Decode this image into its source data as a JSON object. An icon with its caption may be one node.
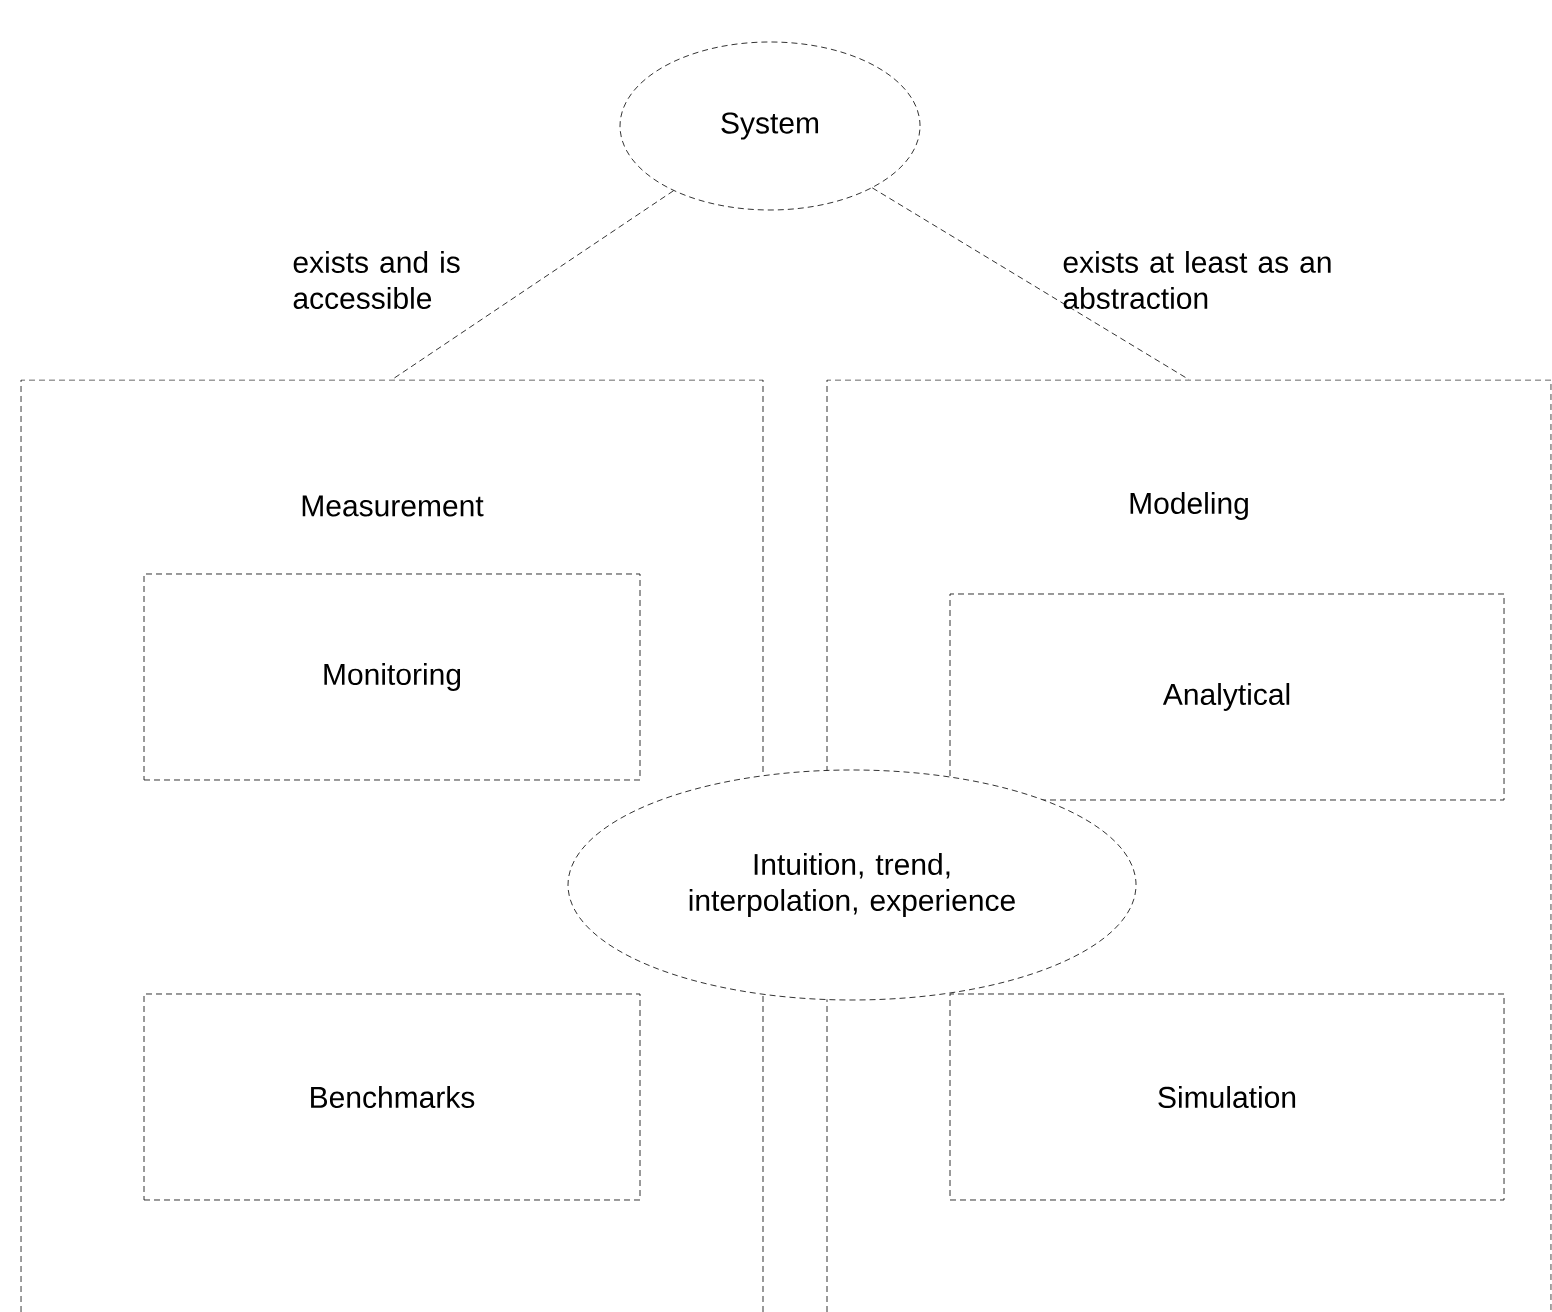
{
  "diagram": {
    "nodes": [
      {
        "text": [
          "System"
        ]
      },
      {
        "text": [
          "Measurement"
        ]
      },
      {
        "text": [
          "Monitoring"
        ],
        "in": 1
      },
      {
        "text": [
          "Benchmarks"
        ],
        "in": 1
      },
      {
        "text": [
          "Modeling"
        ]
      },
      {
        "text": [
          "Analytical"
        ],
        "in": 4
      },
      {
        "text": [
          "Simulation"
        ],
        "in": 4
      },
      {
        "text": [
          "Intuition, trend, interpolation, experience"
        ]
      }
    ],
    "edges": [
      {
        "from": 0,
        "to": 1,
        "arrow": "none",
        "label": "exists and is accessible"
      },
      {
        "from": 0,
        "to": 4,
        "arrow": "none",
        "label": "exists at least as an abstraction"
      }
    ]
  }
}
